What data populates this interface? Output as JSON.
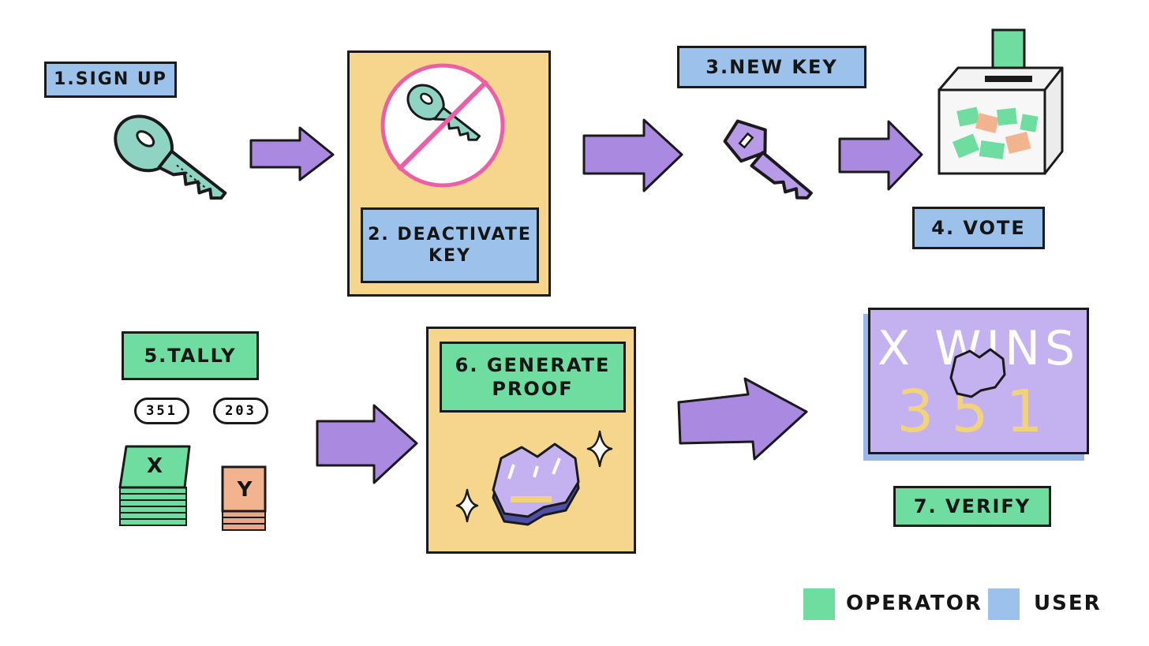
{
  "steps": {
    "sign_up": "1.SIGN UP",
    "deactivate_line1": "2. DEACTIVATE",
    "deactivate_line2": "KEY",
    "new_key": "3.NEW KEY",
    "vote": "4. VOTE",
    "tally": "5.TALLY",
    "generate_line1": "6. GENERATE",
    "generate_line2": "PROOF",
    "verify": "7. VERIFY"
  },
  "tally": {
    "x_count": "351",
    "y_count": "203",
    "x_label": "X",
    "y_label": "Y"
  },
  "result_screen": {
    "headline": "X WINS",
    "count": "351"
  },
  "legend": {
    "operator": "OPERATOR",
    "user": "USER"
  },
  "colors": {
    "operator": "#6fdd9f",
    "user": "#9cc1ea",
    "panel": "#f6d68c",
    "arrow": "#a98ae0",
    "screen": "#c4b1f0",
    "stop_sign": "#ec5fa6"
  },
  "icons": [
    "key-icon",
    "prohibited-key-icon",
    "purple-key-icon",
    "ballot-box-icon",
    "ballot-stack-icon",
    "proof-gem-icon",
    "sparkle-icon"
  ]
}
